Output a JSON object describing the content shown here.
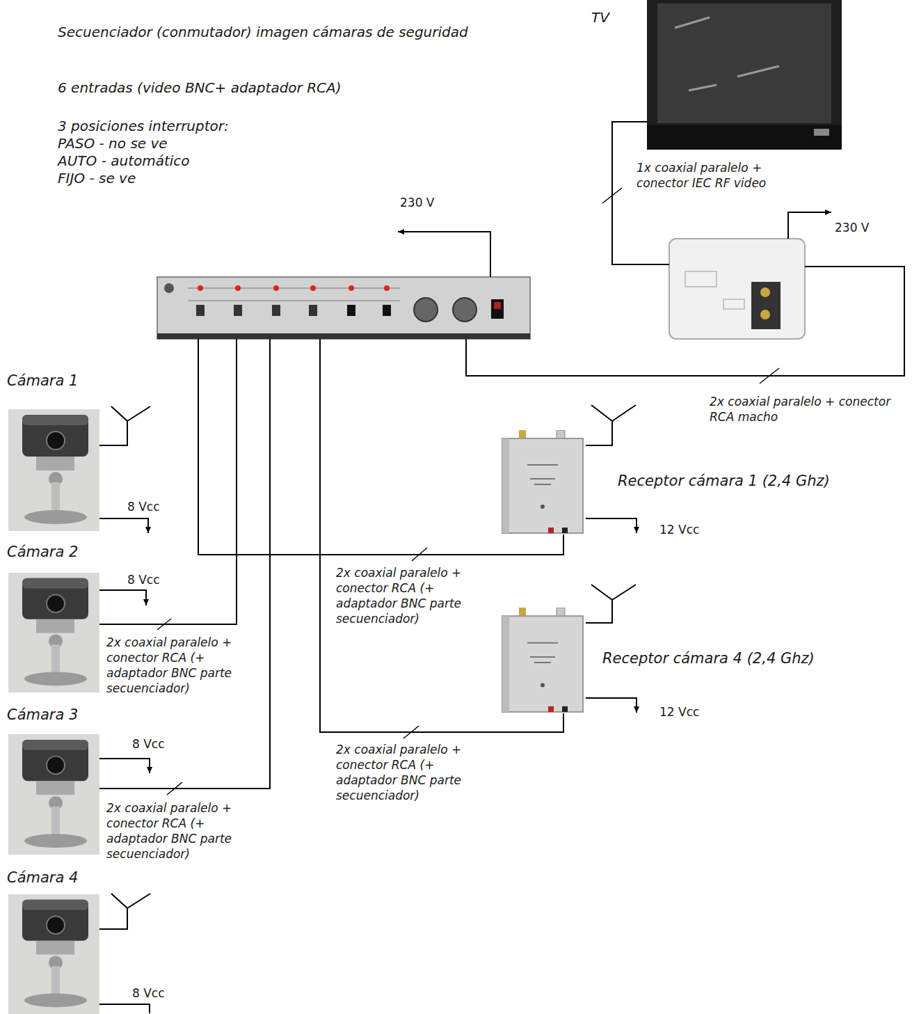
{
  "diagram": {
    "title": "Secuenciador (conmutador) imagen cámaras de seguridad",
    "nodes": [
      {
        "text": [
          "TV"
        ]
      },
      {
        "text": [
          "Cámara 1"
        ]
      },
      {
        "text": [
          "Receptor cámara 1 (2,4 Ghz)"
        ]
      },
      {
        "text": [
          "Cámara 2"
        ]
      },
      {
        "text": [
          "Receptor cámara 4 (2,4 Ghz)"
        ]
      },
      {
        "text": [
          "Cámara 3"
        ]
      },
      {
        "text": [
          "Cámara 4"
        ]
      }
    ],
    "labels": [
      "6 entradas (video BNC+ adaptador RCA)",
      "3 posiciones interruptor:",
      "PASO - no se ve",
      "AUTO - automático",
      "FIJO - se ve",
      "1x coaxial paralelo + conector IEC RF video",
      "230 V",
      "230 V",
      "2x coaxial paralelo + conector RCA macho",
      "8 Vcc",
      "12 Vcc",
      "8 Vcc",
      "2x coaxial paralelo + conector RCA (+ adaptador BNC parte secuenciador)",
      "2x coaxial paralelo + conector RCA (+ adaptador BNC parte secuenciador)",
      "12 Vcc",
      "8 Vcc",
      "2x coaxial paralelo + conector RCA (+ adaptador BNC parte secuenciador)",
      "2x coaxial paralelo + conector RCA (+ adaptador BNC parte secuenciador)",
      "8 Vcc"
    ]
  }
}
